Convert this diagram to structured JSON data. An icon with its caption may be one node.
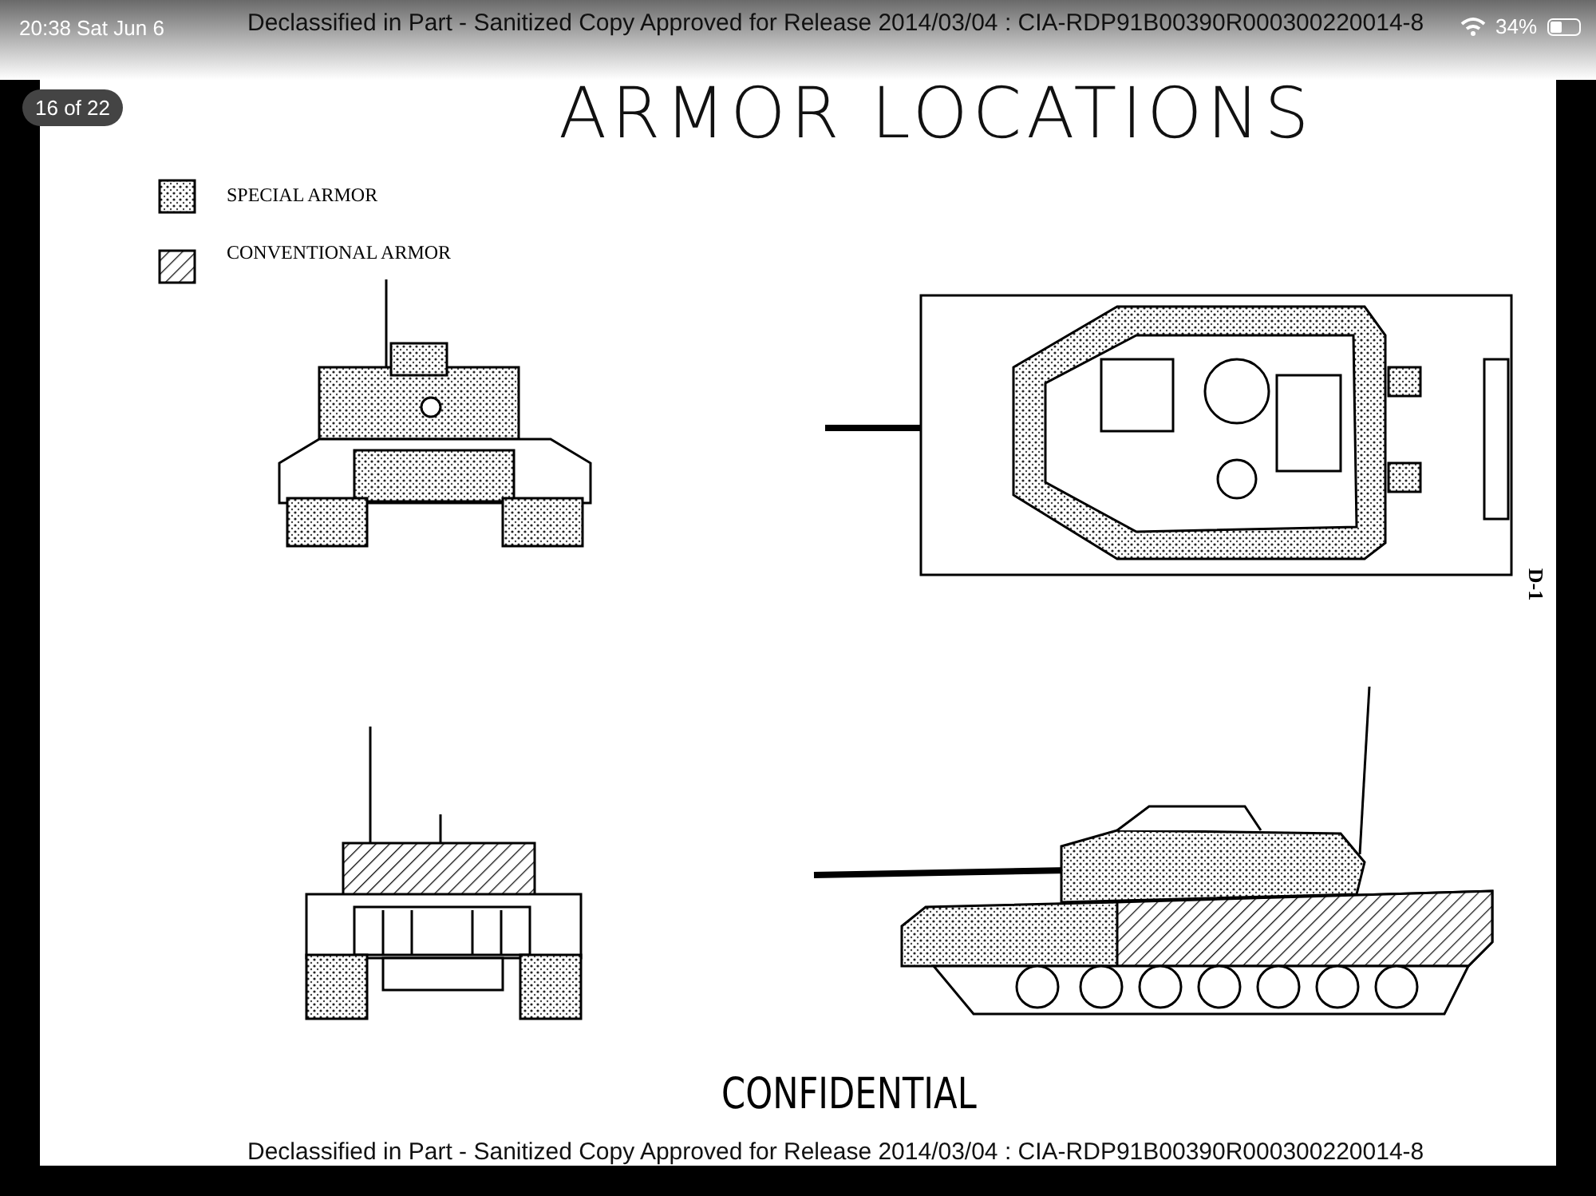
{
  "diagram": {
    "title": "ARMOR LOCATIONS",
    "labels": [
      "20:38",
      "Sat Jun 6",
      "Declassified in Part - Sanitized Copy Approved for Release 2014/03/04 : CIA-RDP91B00390R000300220014-8",
      "34%",
      "16 of 22",
      "D-1",
      "CONFIDENTIAL",
      "Declassified in Part - Sanitized Copy Approved for Release 2014/03/04 : CIA-RDP91B00390R000300220014-8"
    ],
    "legend": [
      {
        "text": "SPECIAL ARMOR"
      },
      {
        "text": "CONVENTIONAL ARMOR"
      }
    ]
  }
}
